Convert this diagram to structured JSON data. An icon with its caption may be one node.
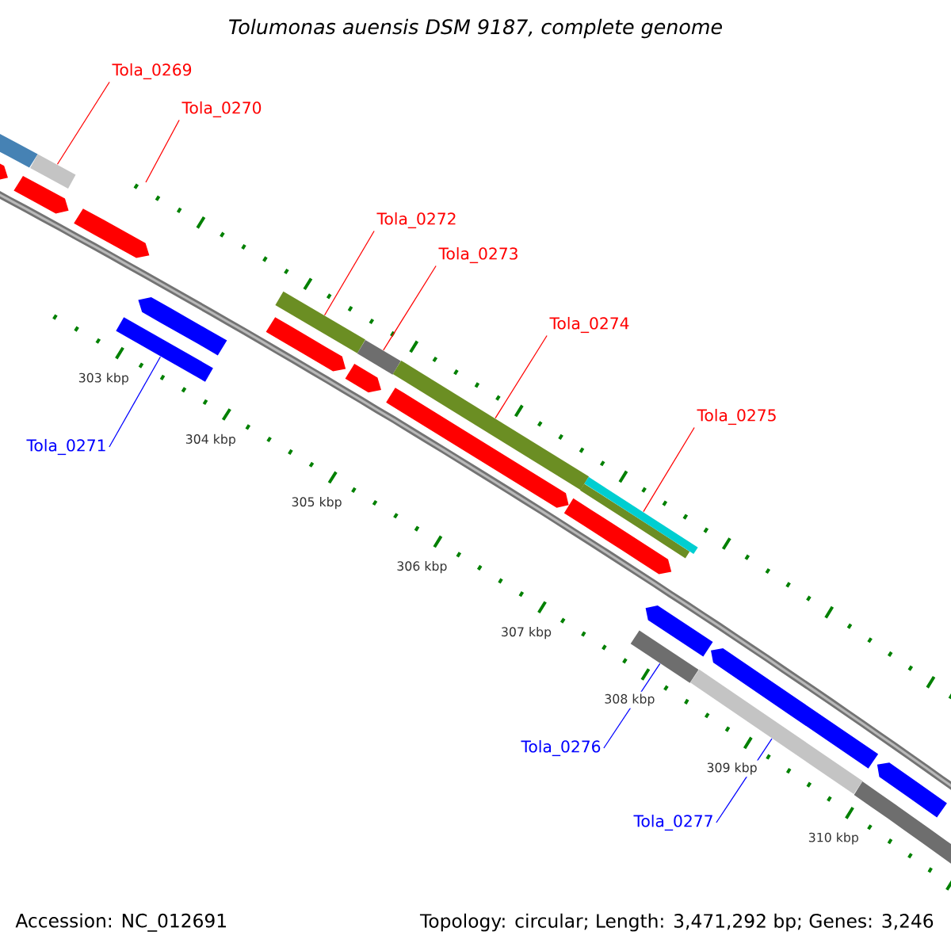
{
  "diagram": {
    "title": "Tolumonas auensis DSM 9187, complete genome",
    "nodes": [
      {
        "text": [
          "Tola_0269"
        ]
      },
      {
        "text": [
          "Tola_0270"
        ]
      },
      {
        "text": [
          "Tola_0272"
        ]
      },
      {
        "text": [
          "Tola_0273"
        ]
      },
      {
        "text": [
          "Tola_0274"
        ]
      },
      {
        "text": [
          "Tola_0275"
        ]
      },
      {
        "text": [
          "Tola_0271"
        ]
      },
      {
        "text": [
          "Tola_0276"
        ]
      },
      {
        "text": [
          "Tola_0277"
        ]
      },
      {
        "text": [],
        "shape": "bar"
      },
      {
        "text": [],
        "shape": "bar"
      },
      {
        "text": [],
        "shape": "bar"
      },
      {
        "text": [],
        "shape": "bar"
      },
      {
        "text": [],
        "shape": "bar"
      },
      {
        "text": [],
        "shape": "bar"
      },
      {
        "text": [],
        "shape": "bar"
      },
      {
        "text": [],
        "shape": "bar"
      },
      {
        "text": [],
        "shape": "bar"
      },
      {
        "text": [],
        "shape": "bar"
      },
      {
        "text": [],
        "shape": "bar"
      },
      {
        "text": [],
        "shape": "bar"
      }
    ],
    "edges": [
      {
        "from": 0,
        "to": 9,
        "arrow": "none"
      },
      {
        "from": 1,
        "to": null,
        "arrow": "none"
      },
      {
        "from": 2,
        "to": 10,
        "arrow": "none"
      },
      {
        "from": 3,
        "to": 11,
        "arrow": "none"
      },
      {
        "from": 4,
        "to": 12,
        "arrow": "none"
      },
      {
        "from": 5,
        "to": 13,
        "arrow": "none"
      },
      {
        "from": 6,
        "to": 14,
        "arrow": "none",
        "color": "#0000ff"
      },
      {
        "from": 7,
        "to": 15,
        "arrow": "none",
        "color": "#0000ff"
      },
      {
        "from": 8,
        "to": 16,
        "arrow": "none",
        "color": "#0000ff"
      }
    ],
    "labels": [
      "303 kbp",
      "304 kbp",
      "305 kbp",
      "306 kbp",
      "307 kbp",
      "308 kbp",
      "309 kbp",
      "310 kbp",
      "Accession: NC_012691",
      "Topology: circular; Length: 3,471,292 bp; Genes: 3,246"
    ]
  }
}
